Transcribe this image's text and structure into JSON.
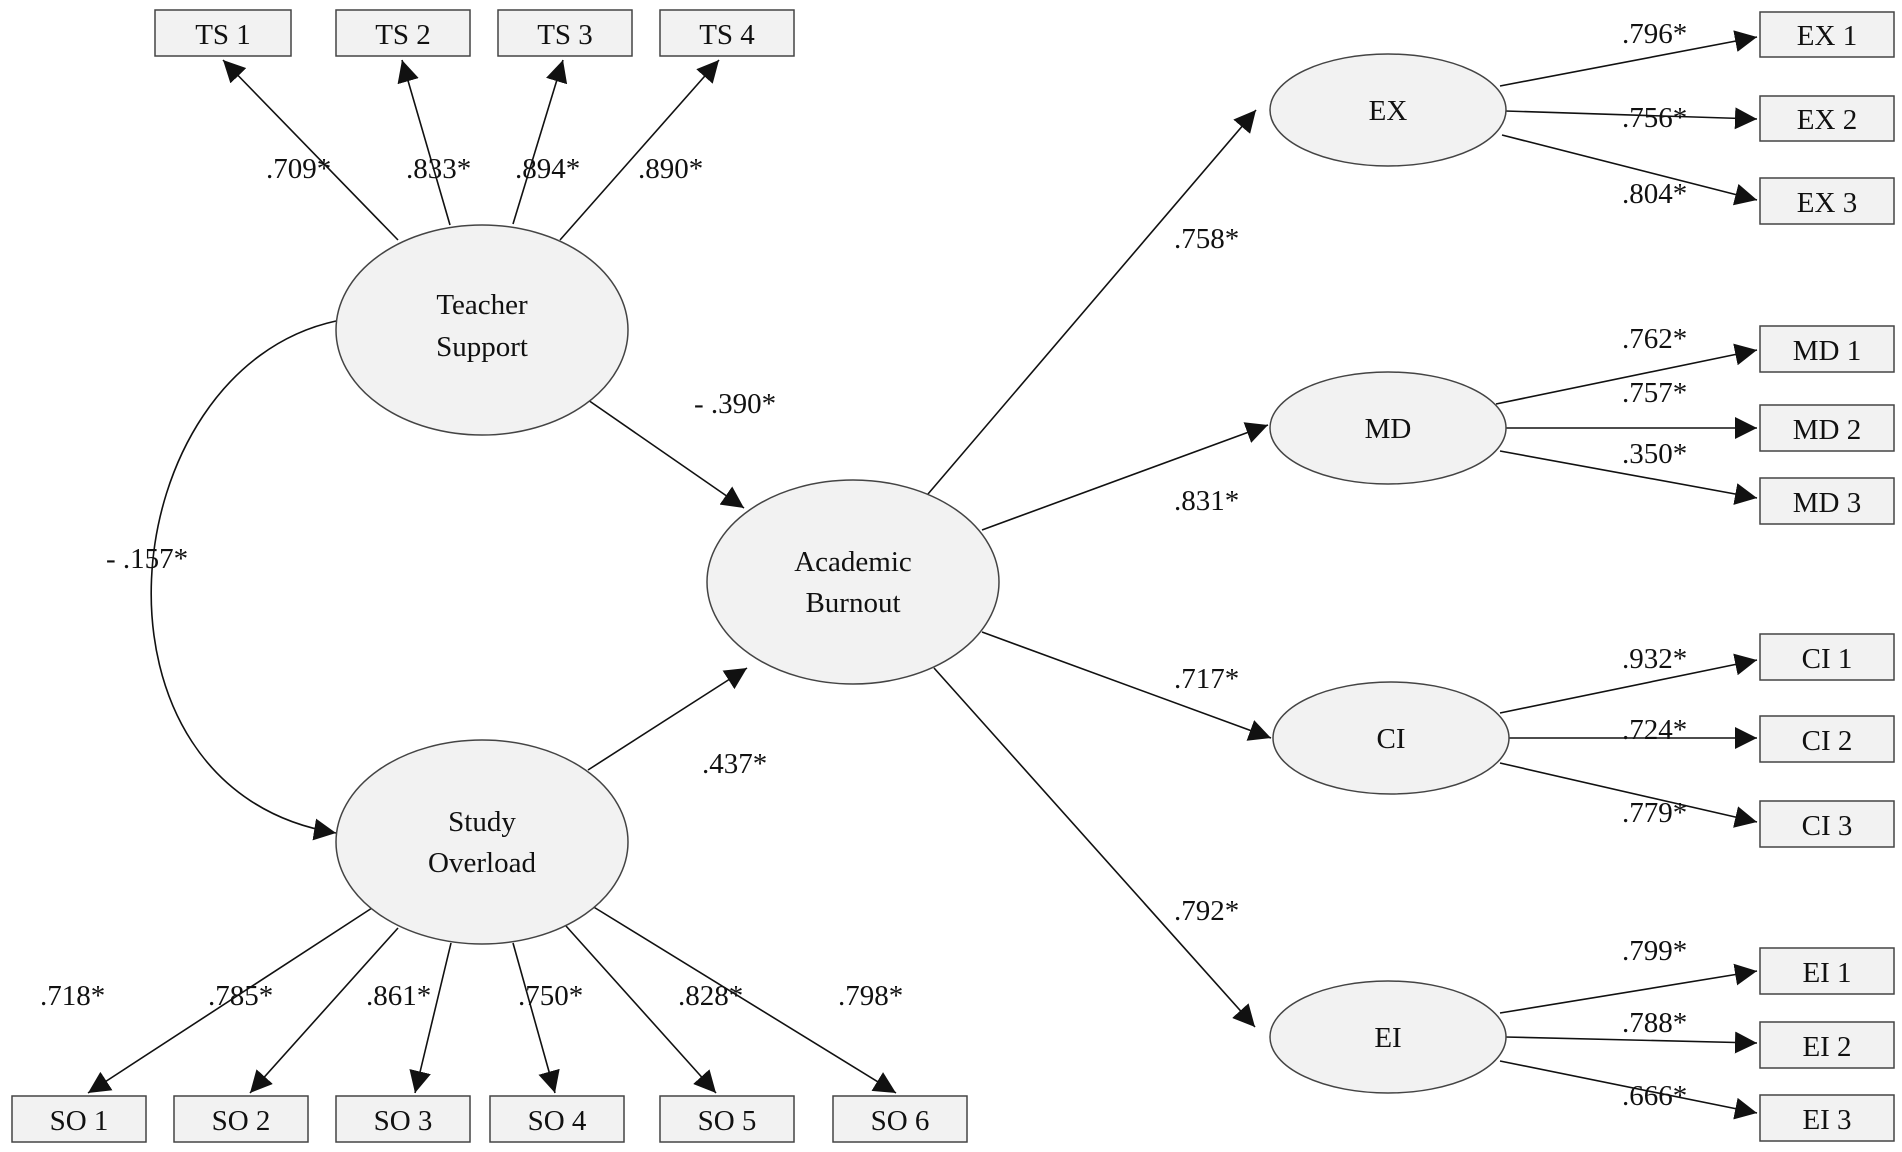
{
  "nodes": {
    "ts": {
      "lines": [
        "Teacher",
        "Support"
      ]
    },
    "so": {
      "lines": [
        "Study",
        "Overload"
      ]
    },
    "ab": {
      "lines": [
        "Academic",
        "Burnout"
      ]
    },
    "ex": {
      "lines": [
        "EX"
      ]
    },
    "md": {
      "lines": [
        "MD"
      ]
    },
    "ci": {
      "lines": [
        "CI"
      ]
    },
    "ei": {
      "lines": [
        "EI"
      ]
    }
  },
  "indicators": {
    "ts": [
      "TS 1",
      "TS 2",
      "TS 3",
      "TS 4"
    ],
    "so": [
      "SO 1",
      "SO 2",
      "SO 3",
      "SO 4",
      "SO 5",
      "SO 6"
    ],
    "ex": [
      "EX 1",
      "EX 2",
      "EX 3"
    ],
    "md": [
      "MD 1",
      "MD 2",
      "MD 3"
    ],
    "ci": [
      "CI 1",
      "CI 2",
      "CI 3"
    ],
    "ei": [
      "EI 1",
      "EI 2",
      "EI 3"
    ]
  },
  "loadings": {
    "ts": [
      ".709*",
      ".833*",
      ".894*",
      ".890*"
    ],
    "so": [
      ".718*",
      ".785*",
      ".861*",
      ".750*",
      ".828*",
      ".798*"
    ],
    "ex": [
      ".796*",
      ".756*",
      ".804*"
    ],
    "md": [
      ".762*",
      ".757*",
      ".350*"
    ],
    "ci": [
      ".932*",
      ".724*",
      ".779*"
    ],
    "ei": [
      ".799*",
      ".788*",
      ".666*"
    ]
  },
  "paths": {
    "ts_ab": "- .390*",
    "so_ab": ".437*",
    "ts_so": "- .157*",
    "ab_ex": ".758*",
    "ab_md": ".831*",
    "ab_ci": ".717*",
    "ab_ei": ".792*"
  }
}
